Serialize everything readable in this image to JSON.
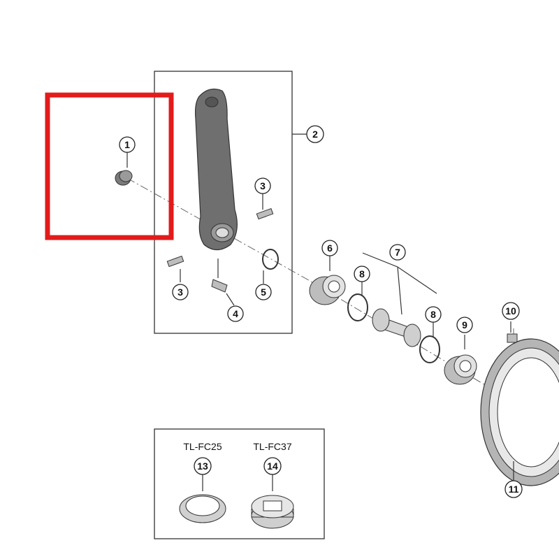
{
  "callouts": [
    {
      "id": "callout-1",
      "num": "1"
    },
    {
      "id": "callout-2",
      "num": "2"
    },
    {
      "id": "callout-3a",
      "num": "3"
    },
    {
      "id": "callout-3b",
      "num": "3"
    },
    {
      "id": "callout-4",
      "num": "4"
    },
    {
      "id": "callout-5",
      "num": "5"
    },
    {
      "id": "callout-6",
      "num": "6"
    },
    {
      "id": "callout-7",
      "num": "7"
    },
    {
      "id": "callout-8a",
      "num": "8"
    },
    {
      "id": "callout-8b",
      "num": "8"
    },
    {
      "id": "callout-9",
      "num": "9"
    },
    {
      "id": "callout-10",
      "num": "10"
    },
    {
      "id": "callout-11",
      "num": "11"
    },
    {
      "id": "callout-13",
      "num": "13"
    },
    {
      "id": "callout-14",
      "num": "14"
    }
  ],
  "tools": {
    "tool_a": "TL-FC25",
    "tool_b": "TL-FC37"
  },
  "colors": {
    "highlight": "#e31b1b",
    "crank": "#6f6f6f",
    "metal": "#bdbdbd"
  }
}
